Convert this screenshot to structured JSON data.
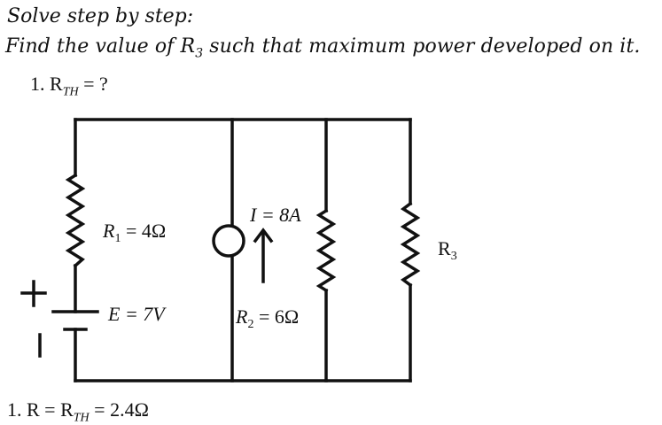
{
  "problem": {
    "instruction": "Solve step by step:",
    "question_main": "Find the value of R",
    "question_sub": "3",
    "question_rest": " such that maximum power developed on it.",
    "step1_prefix": "1. R",
    "step1_sub": "TH",
    "step1_suffix": " = ?"
  },
  "circuit": {
    "r1_label": "R",
    "r1_sub": "1",
    "r1_value": " = 4Ω",
    "source_e_label": "E = 7V",
    "current_label": "I = 8A",
    "r2_label": "R",
    "r2_sub": "2",
    "r2_value": " = 6Ω",
    "r3_label": "R",
    "r3_sub": "3",
    "plus_sign": "+",
    "minus_sign": "|"
  },
  "answer": {
    "prefix": "1. R = R",
    "sub": "TH",
    "suffix": " = 2.4Ω"
  },
  "colors": {
    "wire": "#111111",
    "background": "#ffffff"
  }
}
